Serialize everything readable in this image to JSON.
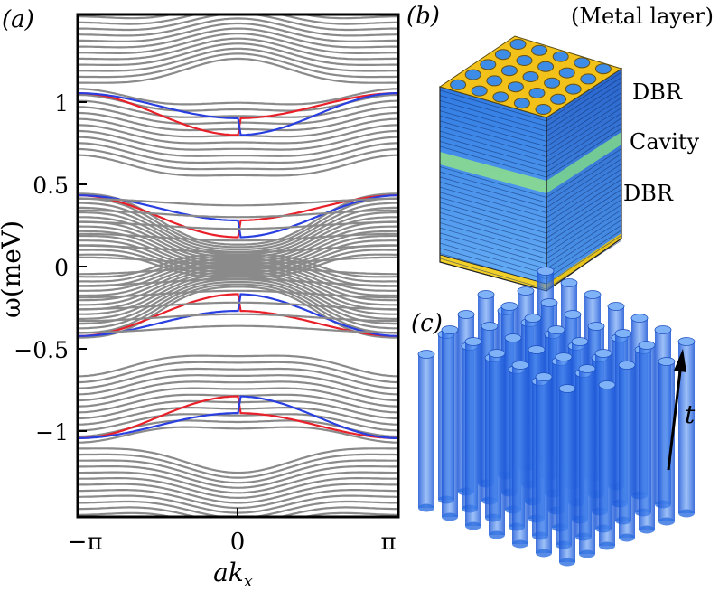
{
  "figure": {
    "panel_a": {
      "tag": "(a)",
      "ylabel": "ω(meV)",
      "xlabel": "ak",
      "xlabel_sub": "x",
      "y_ticks": [
        "1",
        "0.5",
        "0",
        "−0.5",
        "−1"
      ],
      "x_ticks": [
        "−π",
        "0",
        "π"
      ]
    },
    "panel_b": {
      "tag": "(b)",
      "metal_label": "(Metal layer)",
      "dbr_top": "DBR",
      "cavity": "Cavity",
      "dbr_bottom": "DBR"
    },
    "panel_c": {
      "tag": "(c)",
      "arrow_label": "t"
    },
    "colors": {
      "bulk_bands": "#8a8a8a",
      "edge_red": "#e8202a",
      "edge_blue": "#2a3fe0",
      "dbr_blue": "#2f7fe8",
      "metal_gold": "#f2c21a",
      "cavity_green": "#8fe08a"
    }
  },
  "chart_data": {
    "type": "line",
    "title": "",
    "xlabel": "ak_x",
    "ylabel": "ω(meV)",
    "xlim": [
      -3.1416,
      3.1416
    ],
    "ylim": [
      -1.5,
      1.5
    ],
    "x_ticks": [
      -3.1416,
      0,
      3.1416
    ],
    "y_ticks": [
      -1,
      -0.5,
      0,
      0.5,
      1
    ],
    "grid": false,
    "description_free_bands": {
      "bulk_band_groups": [
        {
          "range": [
            0.62,
            1.45
          ],
          "dip_at_zero": 0.58
        },
        {
          "range": [
            0.05,
            0.45
          ],
          "peak_at_zero": 0.04
        },
        {
          "range": [
            -0.45,
            -0.05
          ],
          "dip_at_zero": -0.04
        },
        {
          "range": [
            -1.45,
            -0.62
          ],
          "peak_at_zero": -0.58
        }
      ],
      "edge_state_energies_at_boundary": [
        1.03,
        0.42,
        -0.42,
        -1.03
      ]
    }
  }
}
